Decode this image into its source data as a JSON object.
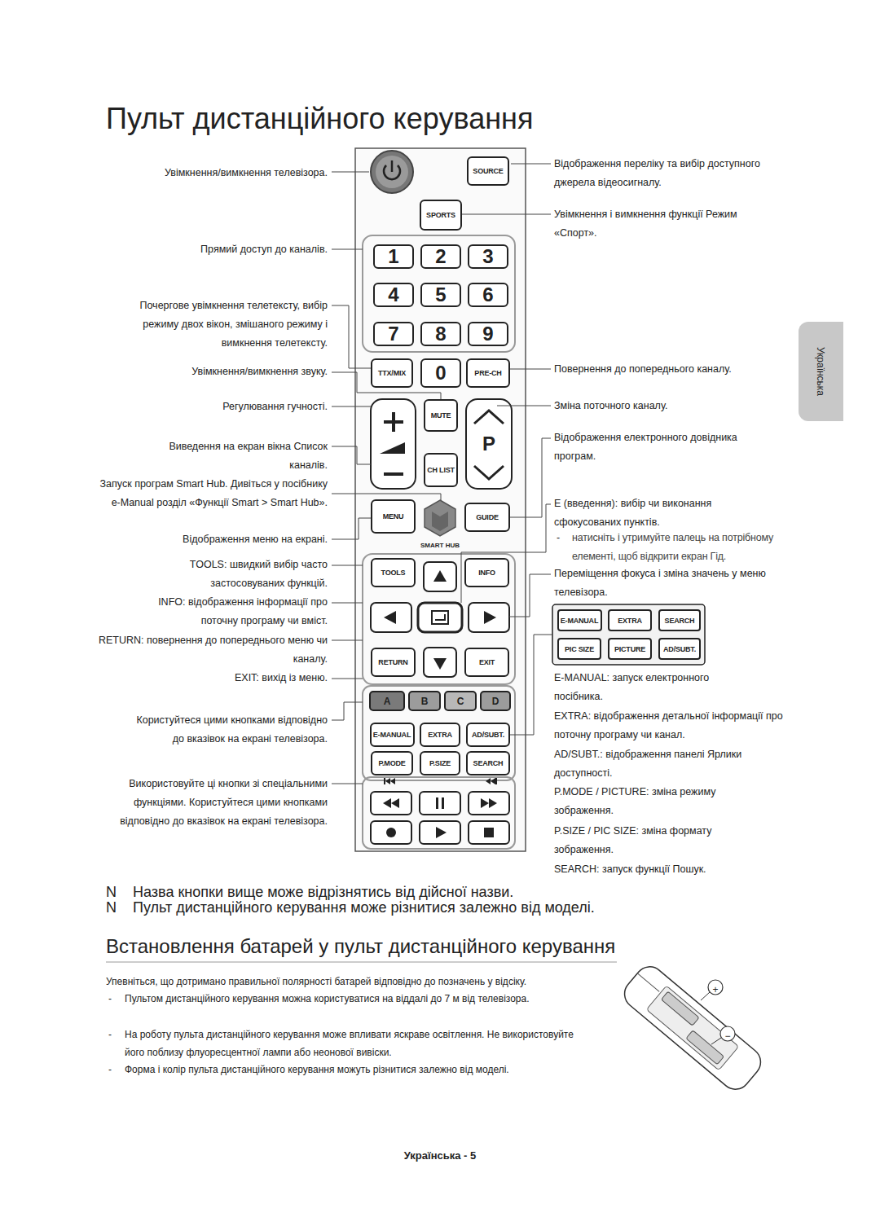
{
  "diagram": {
    "title": "Пульт дистанційного керування",
    "nodes": [
      {
        "text": [
          "SOURCE"
        ]
      },
      {
        "text": [
          "SPORTS"
        ]
      },
      {
        "text": [
          "1"
        ]
      },
      {
        "text": [
          "2"
        ]
      },
      {
        "text": [
          "3"
        ]
      },
      {
        "text": [
          "4"
        ]
      },
      {
        "text": [
          "5"
        ]
      },
      {
        "text": [
          "6"
        ]
      },
      {
        "text": [
          "7"
        ]
      },
      {
        "text": [
          "8"
        ]
      },
      {
        "text": [
          "9"
        ]
      },
      {
        "text": [
          "TTX/MIX"
        ]
      },
      {
        "text": [
          "0"
        ]
      },
      {
        "text": [
          "PRE-CH"
        ]
      },
      {
        "text": [
          "MUTE"
        ]
      },
      {
        "text": [
          "CH LIST"
        ]
      },
      {
        "text": [
          "P"
        ]
      },
      {
        "text": [
          "MENU"
        ]
      },
      {
        "text": [
          "GUIDE"
        ]
      },
      {
        "text": [
          "TOOLS"
        ]
      },
      {
        "text": [
          "INFO"
        ]
      },
      {
        "text": [
          "RETURN"
        ]
      },
      {
        "text": [
          "EXIT"
        ]
      },
      {
        "text": [
          "A"
        ]
      },
      {
        "text": [
          "B"
        ]
      },
      {
        "text": [
          "C"
        ]
      },
      {
        "text": [
          "D"
        ]
      },
      {
        "text": [
          "E-MANUAL"
        ]
      },
      {
        "text": [
          "EXTRA"
        ]
      },
      {
        "text": [
          "AD/SUBT."
        ]
      },
      {
        "text": [
          "P.MODE"
        ]
      },
      {
        "text": [
          "P.SIZE"
        ]
      },
      {
        "text": [
          "SEARCH"
        ]
      },
      {
        "text": [
          "E-MANUAL"
        ]
      },
      {
        "text": [
          "EXTRA"
        ]
      },
      {
        "text": [
          "SEARCH"
        ]
      },
      {
        "text": [
          "PIC SIZE"
        ]
      },
      {
        "text": [
          "PICTURE"
        ]
      },
      {
        "text": [
          "AD/SUBT."
        ]
      },
      {
        "text": [
          "Українська"
        ]
      }
    ],
    "edges": [],
    "labels": [
      "Увімкнення/вимкнення телевізора.",
      "Прямий доступ до каналів.",
      "Почергове увімкнення телетексту, вибір режиму двох вікон, змішаного режиму і вимкнення телетексту.",
      "Увімкнення/вимкнення звуку.",
      "Регулювання гучності.",
      "Виведення на екран вікна Список каналів.",
      "Запуск програм Smart Hub. Дивіться у посібнику e-Manual розділ «Функції Smart > Smart Hub».",
      "Відображення меню на екрані.",
      "TOOLS: швидкий вибір часто застосовуваних функцій.",
      "INFO: відображення інформації про поточну програму чи вміст.",
      "RETURN: повернення до попереднього меню чи каналу.",
      "EXIT: вихід із меню.",
      "Користуйтеся цими кнопками відповідно до вказівок на екрані телевізора.",
      "Використовуйте ці кнопки зі спеціальними функціями. Користуйтеся цими кнопками відповідно до вказівок на екрані телевізора.",
      "Відображення переліку та вибір доступного джерела відеосигналу.",
      "Увімкнення і вимкнення функції Режим «Спорт».",
      "Повернення до попереднього каналу.",
      "Зміна поточного каналу.",
      "Відображення електронного довідника програм.",
      "E (введення): вибір чи виконання сфокусованих пунктів.",
      "-",
      "натисніть і утримуйте палець на потрібному елементі, щоб відкрити екран Гід.",
      "Переміщення фокуса і зміна значень у меню телевізора.",
      "SMART HUB",
      "E-MANUAL: запуск електронного посібника.",
      "EXTRA: відображення детальної інформації про поточну програму чи канал.",
      "AD/SUBT.: відображення панелі Ярлики доступності.",
      "P.MODE / PICTURE: зміна режиму зображення.",
      "P.SIZE / PIC SIZE: зміна формату зображення.",
      "SEARCH: запуск функції Пошук.",
      "N",
      "Назва кнопки вище може відрізнятись від дійсної назви.",
      "N",
      "Пульт дистанційного керування може різнитися залежно від моделі.",
      "Встановлення батарей у пульт дистанційного керування",
      "Упевніться, що дотримано правильної полярності батарей відповідно до позначень у відсіку.",
      "-",
      "Пультом дистанційного керування можна користуватися на віддалі до 7 м від телевізора.",
      "-",
      "На роботу пульта дистанційного керування може впливати яскраве освітлення. Не використовуйте його поблизу флуоресцентної лампи або неонової вивіски.",
      "-",
      "Форма і колір пульта дистанційного керування можуть різнитися залежно від моделі.",
      "+",
      "−",
      "Українська - 5"
    ]
  }
}
